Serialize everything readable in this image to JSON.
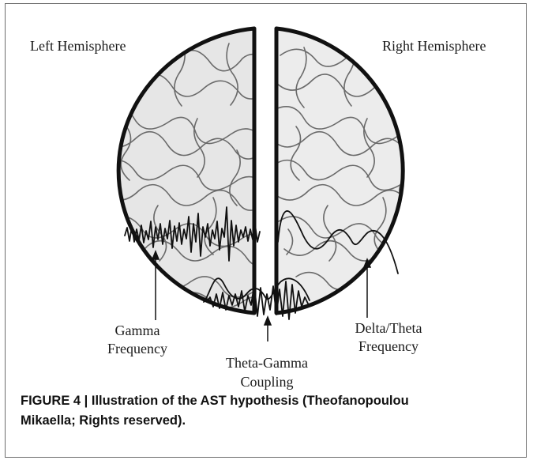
{
  "figure": {
    "labels": {
      "left_hemisphere": "Left Hemisphere",
      "right_hemisphere": "Right Hemisphere",
      "gamma_line1": "Gamma",
      "gamma_line2": "Frequency",
      "theta_gamma_line1": "Theta-Gamma",
      "theta_gamma_line2": "Coupling",
      "delta_theta_line1": "Delta/Theta",
      "delta_theta_line2": "Frequency"
    },
    "caption": {
      "line1": "FIGURE 4 | Illustration of the AST hypothesis (Theofanopoulou",
      "line2": "Mikaella; Rights reserved)."
    }
  }
}
